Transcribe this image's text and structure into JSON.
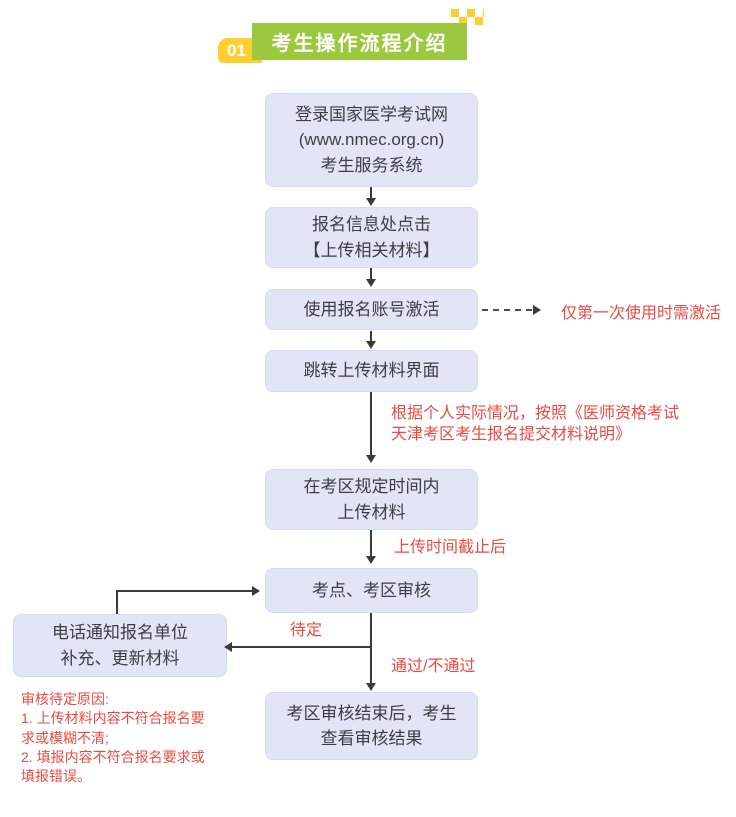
{
  "banner": {
    "number": "01",
    "title": "考生操作流程介绍"
  },
  "flow": {
    "steps": [
      {
        "id": "login",
        "text": "登录国家医学考试网\n(www.nmec.org.cn)\n考生服务系统"
      },
      {
        "id": "click-upload",
        "text": "报名信息处点击\n【上传相关材料】"
      },
      {
        "id": "activate",
        "text": "使用报名账号激活"
      },
      {
        "id": "jump-upload",
        "text": "跳转上传材料界面"
      },
      {
        "id": "upload-in-time",
        "text": "在考区规定时间内\n上传材料"
      },
      {
        "id": "review",
        "text": "考点、考区审核"
      },
      {
        "id": "view-result",
        "text": "考区审核结束后，考生\n查看审核结果"
      }
    ],
    "side_box": {
      "text": "电话通知报名单位\n补充、更新材料"
    },
    "annotations": {
      "activate_note": "仅第一次使用时需激活",
      "material_note": "根据个人实际情况，按照《医师资格考试\n天津考区考生报名提交材料说明》",
      "deadline_note": "上传时间截止后",
      "pending_label": "待定",
      "pass_label": "通过/不通过",
      "pending_reasons": "审核待定原因:\n1. 上传材料内容不符合报名要\n求或模糊不清;\n2. 填报内容不符合报名要求或\n填报错误。"
    }
  },
  "colors": {
    "banner_green": "#9bc83e",
    "banner_yellow": "#fdd02f",
    "box_fill": "#e2e5f6",
    "box_border": "#d7dbf1",
    "box_text": "#3d3d44",
    "annotation_red": "#eb4b42",
    "arrow": "#3a3a3a"
  }
}
